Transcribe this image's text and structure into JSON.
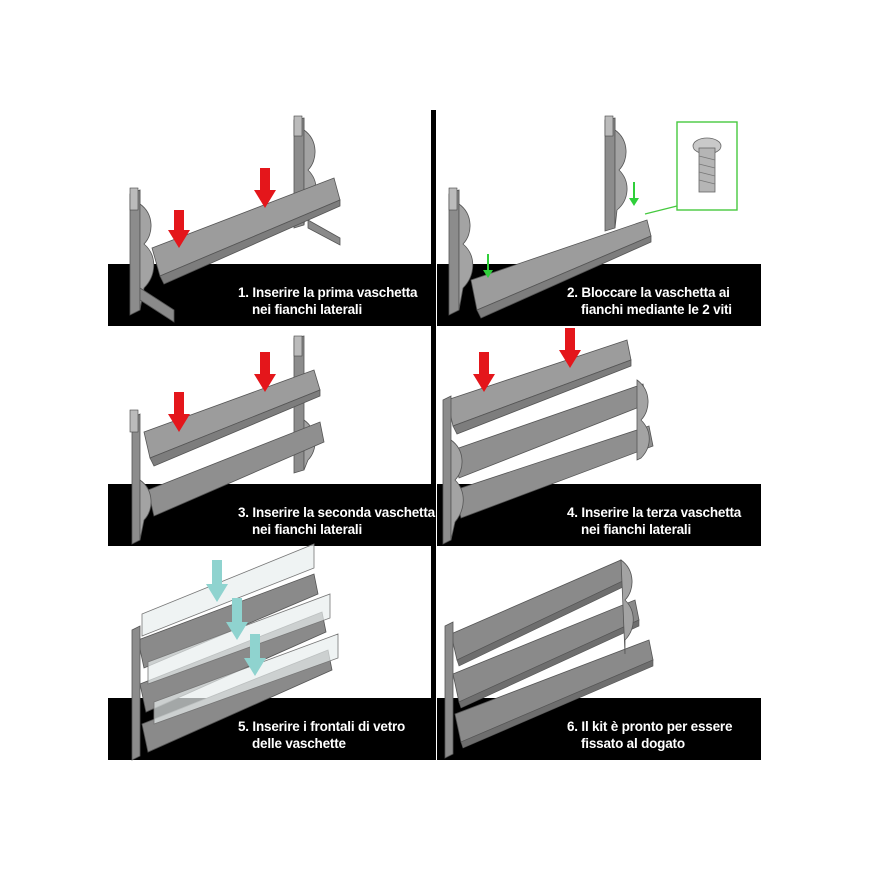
{
  "colors": {
    "background": "#ffffff",
    "band": "#000000",
    "metal": "#9a9a9a",
    "metal_dark": "#6e6e6e",
    "metal_light": "#bdbdbd",
    "red_arrow": "#e4161b",
    "green_arrow": "#2fcf3a",
    "teal_arrow": "#8fd3cf",
    "callout_border": "#46c93f"
  },
  "steps": [
    {
      "line1": "1. Inserire la prima vaschetta",
      "line2": "nei fianchi laterali"
    },
    {
      "line1": "2. Bloccare la vaschetta ai",
      "line2": "fianchi mediante le 2 viti"
    },
    {
      "line1": "3. Inserire la seconda vaschetta",
      "line2": "nei fianchi laterali"
    },
    {
      "line1": "4. Inserire la terza vaschetta",
      "line2": "nei fianchi laterali"
    },
    {
      "line1": "5. Inserire i frontali di vetro",
      "line2": "delle vaschette"
    },
    {
      "line1": "6. Il kit è pronto per essere",
      "line2": "fissato al dogato"
    }
  ],
  "icons": [
    "red-arrow-icon",
    "green-arrow-icon",
    "teal-arrow-icon",
    "screw-icon"
  ]
}
